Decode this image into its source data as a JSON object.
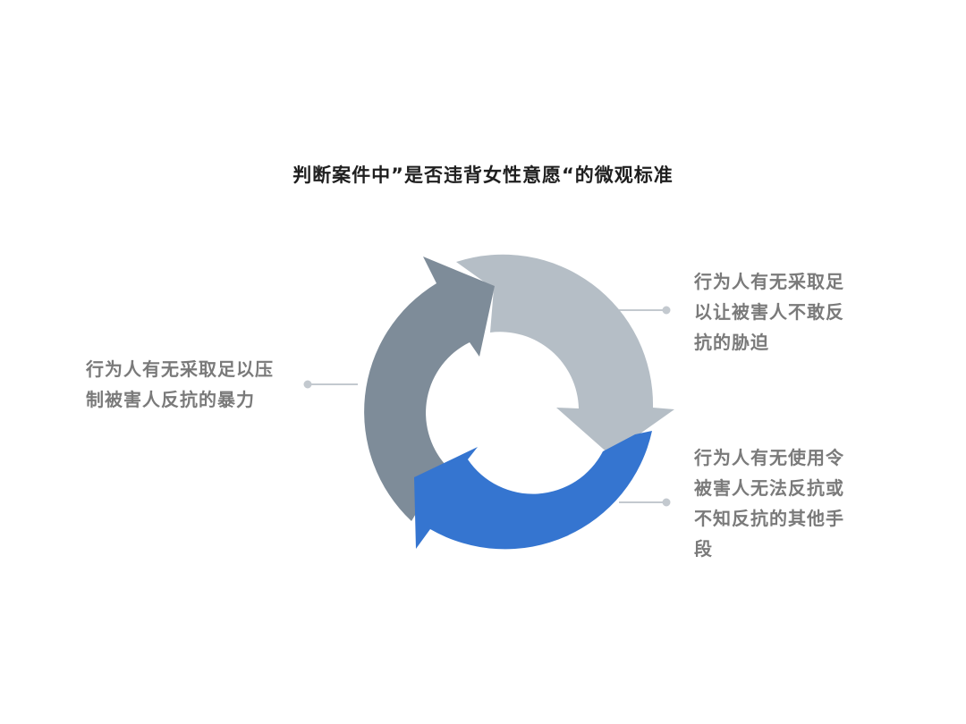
{
  "title": "判断案件中”是否违背女性意愿“的微观标准",
  "colors": {
    "segment_top_right": "#b5bec6",
    "segment_left": "#7e8c99",
    "segment_bottom": "#3575d0",
    "leader_line": "#c3c9cf",
    "label_text": "#7a7a7a",
    "title_text": "#1f1f1f"
  },
  "labels": {
    "left": {
      "lines": [
        "行为人有无采取足以压",
        "制被害人反抗的暴力"
      ]
    },
    "top_right": {
      "lines": [
        "行为人有无采取足",
        "以让被害人不敢反",
        "抗的胁迫"
      ]
    },
    "bottom_right": {
      "lines": [
        "行为人有无使用令",
        "被害人无法反抗或",
        "不知反抗的其他手",
        "段"
      ]
    }
  }
}
